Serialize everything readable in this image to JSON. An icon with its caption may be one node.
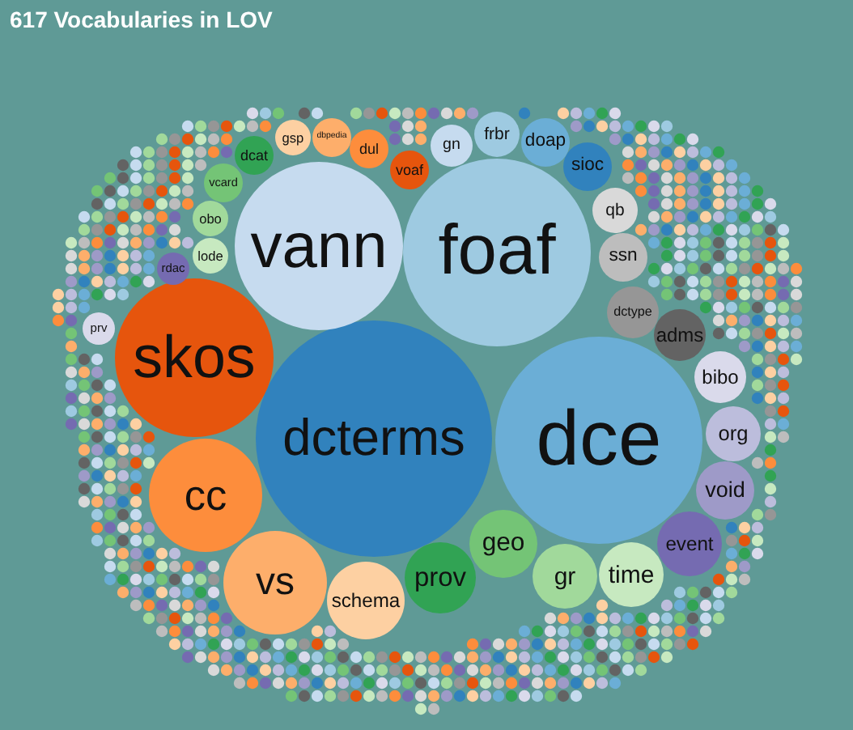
{
  "diagram": {
    "title": "617 Vocabularies in LOV",
    "nodes": [
      {
        "text": [
          "dcterms"
        ]
      },
      {
        "text": [
          "foaf"
        ]
      },
      {
        "text": [
          "dce"
        ]
      },
      {
        "text": [
          "vann"
        ]
      },
      {
        "text": [
          "skos"
        ]
      },
      {
        "text": [
          "cc"
        ]
      },
      {
        "text": [
          "vs"
        ]
      },
      {
        "text": [
          "schema"
        ]
      },
      {
        "text": [
          "prov"
        ]
      },
      {
        "text": [
          "geo"
        ]
      },
      {
        "text": [
          "gr"
        ]
      },
      {
        "text": [
          "time"
        ]
      },
      {
        "text": [
          "event"
        ]
      },
      {
        "text": [
          "void"
        ]
      },
      {
        "text": [
          "org"
        ]
      },
      {
        "text": [
          "bibo"
        ]
      },
      {
        "text": [
          "adms"
        ]
      },
      {
        "text": [
          "dctype"
        ]
      },
      {
        "text": [
          "ssn"
        ]
      },
      {
        "text": [
          "qb"
        ]
      },
      {
        "text": [
          "sioc"
        ]
      },
      {
        "text": [
          "doap"
        ]
      },
      {
        "text": [
          "frbr"
        ]
      },
      {
        "text": [
          "gn"
        ]
      },
      {
        "text": [
          "voaf"
        ]
      },
      {
        "text": [
          "dul"
        ]
      },
      {
        "text": [
          "dbpedia"
        ]
      },
      {
        "text": [
          "gsp"
        ]
      },
      {
        "text": [
          "dcat"
        ]
      },
      {
        "text": [
          "vcard"
        ]
      },
      {
        "text": [
          "obo"
        ]
      },
      {
        "text": [
          "lode"
        ]
      },
      {
        "text": [
          "rdac"
        ]
      },
      {
        "text": [
          "prv"
        ]
      }
    ]
  }
}
